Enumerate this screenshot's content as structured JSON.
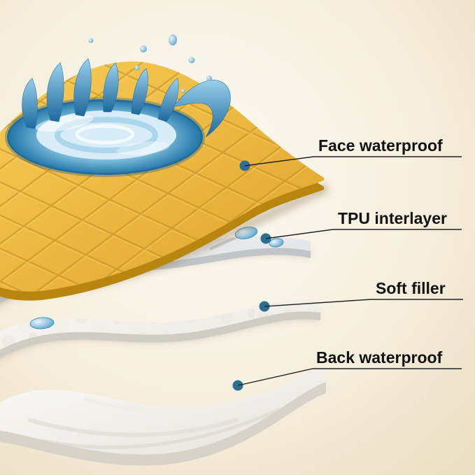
{
  "page": {
    "background_center": "#FCFAF3",
    "background_edge": "#EADDC3"
  },
  "diagram": {
    "callouts": [
      {
        "label": "Face waterproof"
      },
      {
        "label": "TPU interlayer"
      },
      {
        "label": "Soft filler"
      },
      {
        "label": "Back waterproof"
      }
    ],
    "colors": {
      "face_layer": "#E9B13B",
      "face_layer_edge": "#B8860F",
      "tpu_layer": "#E3E5E7",
      "soft_filler": "#F2F0EA",
      "back_layer": "#F0EEE8",
      "water_deep": "#1C5E8C",
      "water_mid": "#2E7FB0",
      "water_light": "#D8EDF8",
      "callout_dot": "#2D6F92",
      "callout_line": "#222222",
      "label_text": "#111111"
    }
  }
}
